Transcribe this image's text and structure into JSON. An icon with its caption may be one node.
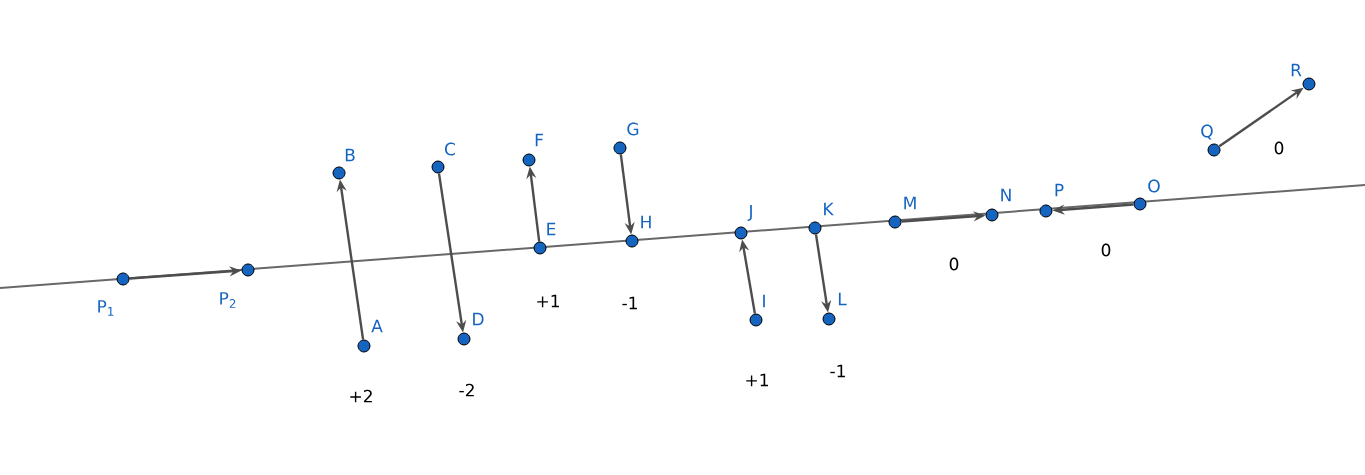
{
  "diagram": {
    "nodes": [
      {
        "text": [
          "P$_{1}$"
        ]
      },
      {
        "text": [
          "P$_{2}$"
        ]
      },
      {
        "text": [
          "A"
        ]
      },
      {
        "text": [
          "B"
        ]
      },
      {
        "text": [
          "C"
        ]
      },
      {
        "text": [
          "D"
        ]
      },
      {
        "text": [
          "E"
        ]
      },
      {
        "text": [
          "F"
        ]
      },
      {
        "text": [
          "G"
        ]
      },
      {
        "text": [
          "H"
        ]
      },
      {
        "text": [
          "I"
        ]
      },
      {
        "text": [
          "J"
        ]
      },
      {
        "text": [
          "K"
        ]
      },
      {
        "text": [
          "L"
        ]
      },
      {
        "text": [
          "M"
        ]
      },
      {
        "text": [
          "N"
        ]
      },
      {
        "text": [
          "P"
        ]
      },
      {
        "text": [
          "O"
        ]
      },
      {
        "text": [
          "Q"
        ]
      },
      {
        "text": [
          "R"
        ]
      }
    ],
    "edges": [
      {
        "from": 0,
        "to": 1,
        "arrow": "to"
      },
      {
        "from": 2,
        "to": 3,
        "arrow": "to"
      },
      {
        "from": 4,
        "to": 5,
        "arrow": "to"
      },
      {
        "from": 6,
        "to": 7,
        "arrow": "to"
      },
      {
        "from": 8,
        "to": 9,
        "arrow": "to"
      },
      {
        "from": 10,
        "to": 11,
        "arrow": "to"
      },
      {
        "from": 12,
        "to": 13,
        "arrow": "to"
      },
      {
        "from": 14,
        "to": 15,
        "arrow": "to"
      },
      {
        "from": 17,
        "to": 16,
        "arrow": "to"
      },
      {
        "from": 18,
        "to": 19,
        "arrow": "to"
      }
    ],
    "labels": [
      "+2",
      "-2",
      "+1",
      "-1",
      "+1",
      "-1",
      "0",
      "0",
      "0"
    ]
  }
}
